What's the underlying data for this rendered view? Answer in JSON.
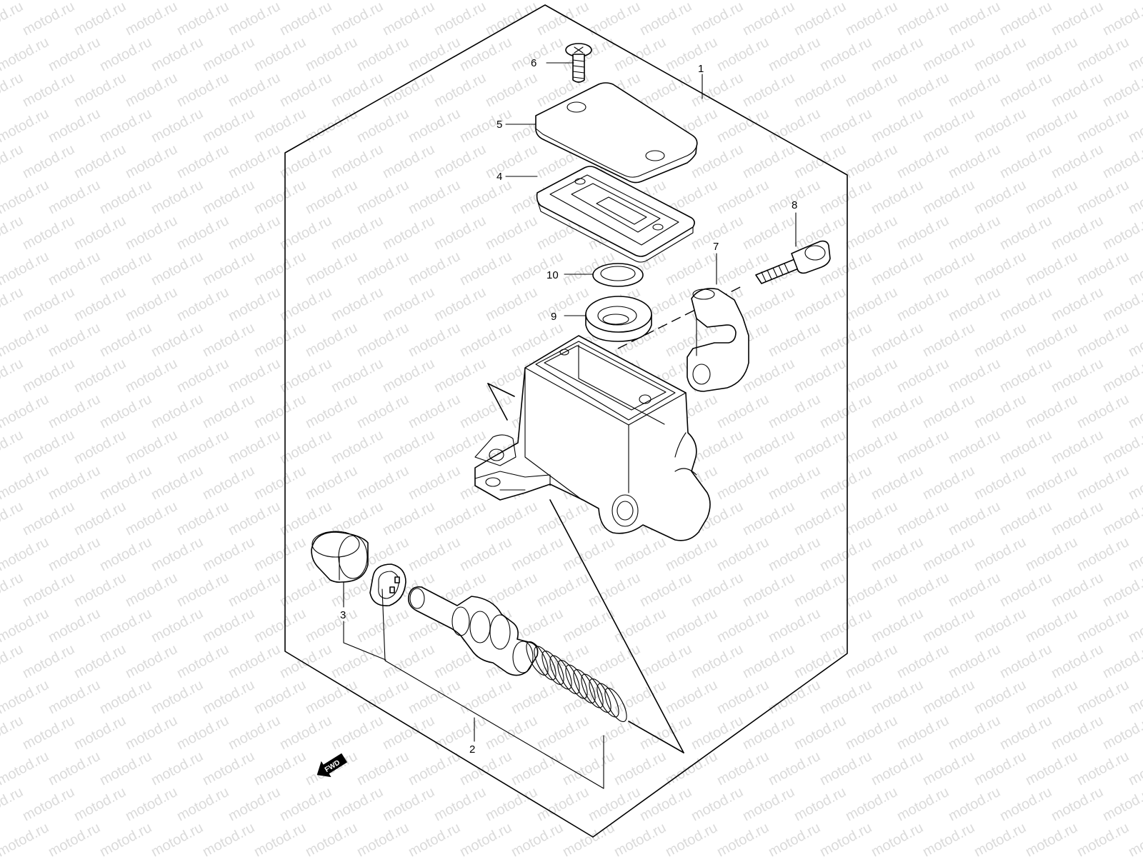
{
  "watermark": {
    "text": "motod.ru",
    "color": "#bdbdbd"
  },
  "callouts": [
    {
      "id": "1",
      "label": "1"
    },
    {
      "id": "2",
      "label": "2"
    },
    {
      "id": "3",
      "label": "3"
    },
    {
      "id": "4",
      "label": "4"
    },
    {
      "id": "5",
      "label": "5"
    },
    {
      "id": "6",
      "label": "6"
    },
    {
      "id": "7",
      "label": "7"
    },
    {
      "id": "8",
      "label": "8"
    },
    {
      "id": "9",
      "label": "9"
    },
    {
      "id": "10",
      "label": "10"
    }
  ],
  "direction_marker": {
    "label": "FWD",
    "icon": "fwd-arrow-icon"
  }
}
